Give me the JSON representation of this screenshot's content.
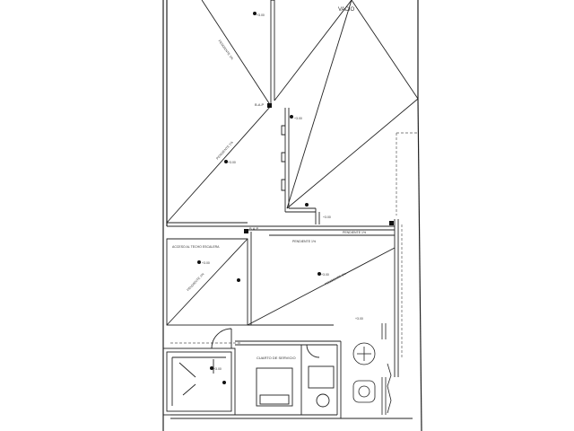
{
  "labels": {
    "vacio": "VACIO",
    "bap_upper": "B.A.P",
    "bap_lower": "B.A.P",
    "pendiente_1": "PENDIENTE 1%",
    "pendiente_2": "PENDIENTE 1%",
    "pendiente_3": "PENDIENTE 1%",
    "pendiente_4": "PENDIENTE 1%",
    "pendiente_5": "PENDIENTE 1%",
    "pendiente_6": "PENDIENTE 1%",
    "escaleras_tag": "ACCESO AL TECHO ESCALERA",
    "cuarto_servicio": "CUARTO DE SERVICIO",
    "nivel_1": "+3.00",
    "nivel_2": "+3.00",
    "nivel_3": "+3.00",
    "nivel_4": "+3.00",
    "nivel_5": "+3.00",
    "nivel_6": "+3.00",
    "nivel_7": "+3.00",
    "nivel_8": "+3.00"
  },
  "colors": {
    "line": "#222222",
    "dash": "#555555",
    "background": "#ffffff"
  }
}
